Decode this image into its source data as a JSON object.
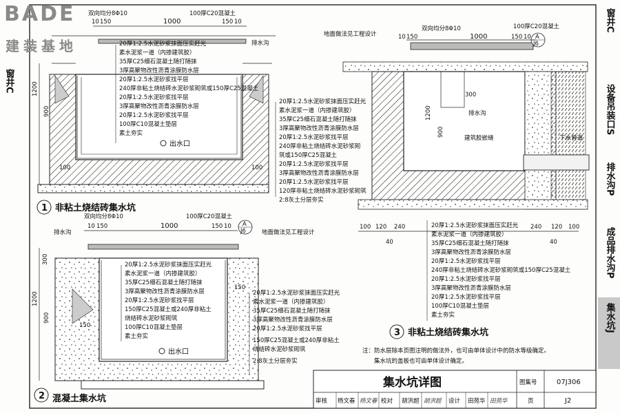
{
  "logo": {
    "main": "BADE",
    "sub": "建装基地"
  },
  "right_tabs": [
    {
      "label": "窗井C",
      "active": false
    },
    {
      "label": "设备吊装口S",
      "active": false
    },
    {
      "label": "排水沟P",
      "active": false
    },
    {
      "label": "成品排水沟P",
      "active": false
    },
    {
      "label": "集水坑J",
      "active": true
    }
  ],
  "left_tab": "窗井C",
  "d1": {
    "num": "1",
    "title": "非粘土烧结砖集水坑",
    "top_note": "双向均分8Φ10",
    "slab": "100厚C20混凝土",
    "drain": "排水沟",
    "dims_top": [
      "10",
      "150",
      "1000",
      "150",
      "10"
    ],
    "dims_left": [
      "1200",
      "900",
      "100"
    ],
    "dims_bottom_label": "100",
    "outlet": "出水口",
    "inner_layers": [
      "20厚1:2.5水泥砂浆抹面压实赶光",
      "素水泥浆一道（内掺建筑胶）",
      "35厚C25细石混凝土随打随抹",
      "3厚高聚物改性沥青涂膜防水层",
      "20厚1:2.5水泥砂浆找平层",
      "240厚非粘土烧结砖水泥砂浆砌筑或150厚C25混凝土",
      "20厚1:2.5水泥砂浆找平层",
      "3厚高聚物改性沥青涂膜防水层",
      "20厚1:2.5水泥砂浆找平层",
      "100厚C10混凝土垫层",
      "素土夯实"
    ]
  },
  "middle_layers": [
    "20厚1:2.5水泥砂浆抹面压实赶光",
    "素水泥浆一道（内掺建筑胶）",
    "35厚C25细石混凝土随打随抹",
    "3厚高聚物改性沥青涂膜防水层",
    "20厚1:2.5水泥砂浆找平层",
    "240厚非粘土烧结砖水泥砂浆砌",
    "筑或150厚C25混凝土",
    "20厚1:2.5水泥砂浆找平层",
    "3厚高聚物改性沥青涂膜防水层",
    "20厚1:2.5水泥砂浆找平层",
    "120厚非粘土烧结砖水泥砂浆砌筑",
    "2:8灰土分层夯实"
  ],
  "d3": {
    "num": "3",
    "title": "非粘土烧结砖集水坑",
    "ground_note": "地面做法见工程设计",
    "top_note": "双向均分8Φ10",
    "slab": "100厚C20混凝土",
    "dims_top": [
      "10",
      "150",
      "1000",
      "150",
      "10"
    ],
    "dim_300": "300",
    "dim_1200": "1200",
    "dim_900": "900",
    "drain": "排水沟",
    "sealant": "建筑胶嵌缝",
    "pipe": "下水管道",
    "callout": {
      "top": "A",
      "bottom": "J6"
    },
    "dims_bottom": [
      "100",
      "120",
      "240",
      "240",
      "120",
      "100"
    ],
    "dims_bottom_40": "40",
    "layers": [
      "20厚1:2.5水泥砂浆抹面压实赶光",
      "素水泥浆一道（内掺建筑胶）",
      "35厚C25细石混凝土随打随抹",
      "3厚高聚物改性沥青涂膜防水层",
      "20厚1:2.5水泥砂浆找平层",
      "240厚非粘土烧结砖水泥砂浆砌筑或150厚C25混凝土",
      "20厚1:2.5水泥砂浆找平层",
      "3厚高聚物改性沥青涂膜防水层",
      "20厚1:2.5水泥砂浆找平层",
      "100厚C10混凝土垫层",
      "素土夯实"
    ]
  },
  "d2": {
    "num": "2",
    "title": "混凝土集水坑",
    "top_note": "双向均分8Φ10",
    "slab": "100厚C20混凝土",
    "drain": "排水沟",
    "ground_note": "地面做法见工程设计",
    "callout": {
      "top": "A",
      "bottom": "J6"
    },
    "dims_top": [
      "10",
      "150",
      "1000",
      "150",
      "10"
    ],
    "dims_left": [
      "300",
      "1200",
      "900"
    ],
    "dim_150": "150",
    "outlet": "出水口",
    "inner_layers": [
      "20厚1:2.5水泥砂浆抹面压实赶光",
      "素水泥浆一道（内掺建筑胶）",
      "35厚C25细石混凝土随打随抹",
      "3厚高聚物改性沥青涂膜防水层",
      "20厚1:2.5水泥砂浆找平层",
      "150厚C25混凝土或240厚非粘土",
      "烧结砖水泥砂浆砌筑",
      "100厚C10混凝土垫层",
      "素土夯实"
    ],
    "right_layers": [
      "20厚1:2.5水泥砂浆抹面压实赶光",
      "素水泥浆一道（内掺建筑胶）",
      "35厚C25细石混凝土随打随抹",
      "3厚高聚物改性沥青涂膜防水层",
      "20厚1:2.5水泥砂浆找平层",
      "150厚C25混凝土或240厚非粘土",
      "烧结砖水泥砂浆砌筑",
      "2:8灰土分层夯实"
    ]
  },
  "note": {
    "line1": "注：防水层除本页图注明的做法外，也可由单体设计中的防水等级确定。",
    "line2": "集水坑的盖板也可由单体设计确定。"
  },
  "title_block": {
    "title": "集水坑详图",
    "atlas_label": "图集号",
    "atlas_no": "07J306",
    "review_label": "审核",
    "review_name": "杨文春",
    "review_sign": "杨文春",
    "check_label": "校对",
    "check_name": "胡洪超",
    "check_sign": "胡洪超",
    "design_label": "设计",
    "design_name": "田苑华",
    "design_sign": "田苑华",
    "page_label": "页",
    "page_no": "J2"
  }
}
